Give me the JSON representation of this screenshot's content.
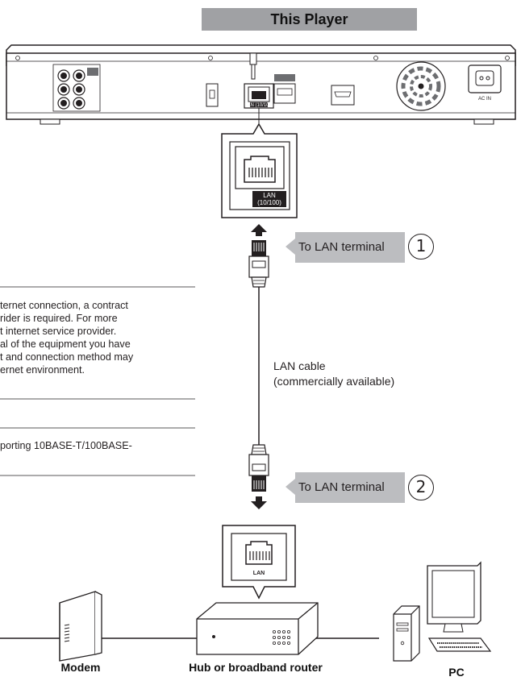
{
  "header": {
    "title": "This Player"
  },
  "player_panel": {
    "labels": {
      "lan_port": "LAN (10/100)",
      "ac_in": "AC IN"
    }
  },
  "zoom_top": {
    "lan_line1": "LAN",
    "lan_line2": "(10/100)"
  },
  "zoom_bottom": {
    "lan_label": "LAN"
  },
  "callouts": [
    {
      "text": "To LAN terminal",
      "number": "1"
    },
    {
      "text": "To LAN terminal",
      "number": "2"
    }
  ],
  "cable": {
    "line1": "LAN cable",
    "line2": "(commercially available)"
  },
  "notes": {
    "block1": [
      "ternet connection, a contract",
      "rider is required. For more",
      "t internet service provider.",
      "al of the equipment you have",
      "t and connection method may",
      "ernet environment."
    ],
    "block2": [
      "porting 10BASE-T/100BASE-"
    ]
  },
  "devices": {
    "modem": "Modem",
    "router": "Hub or broadband router",
    "pc": "PC"
  },
  "colors": {
    "header_bg": "#a0a1a4",
    "callout_bg": "#bcbdc0",
    "line": "#231f20"
  }
}
